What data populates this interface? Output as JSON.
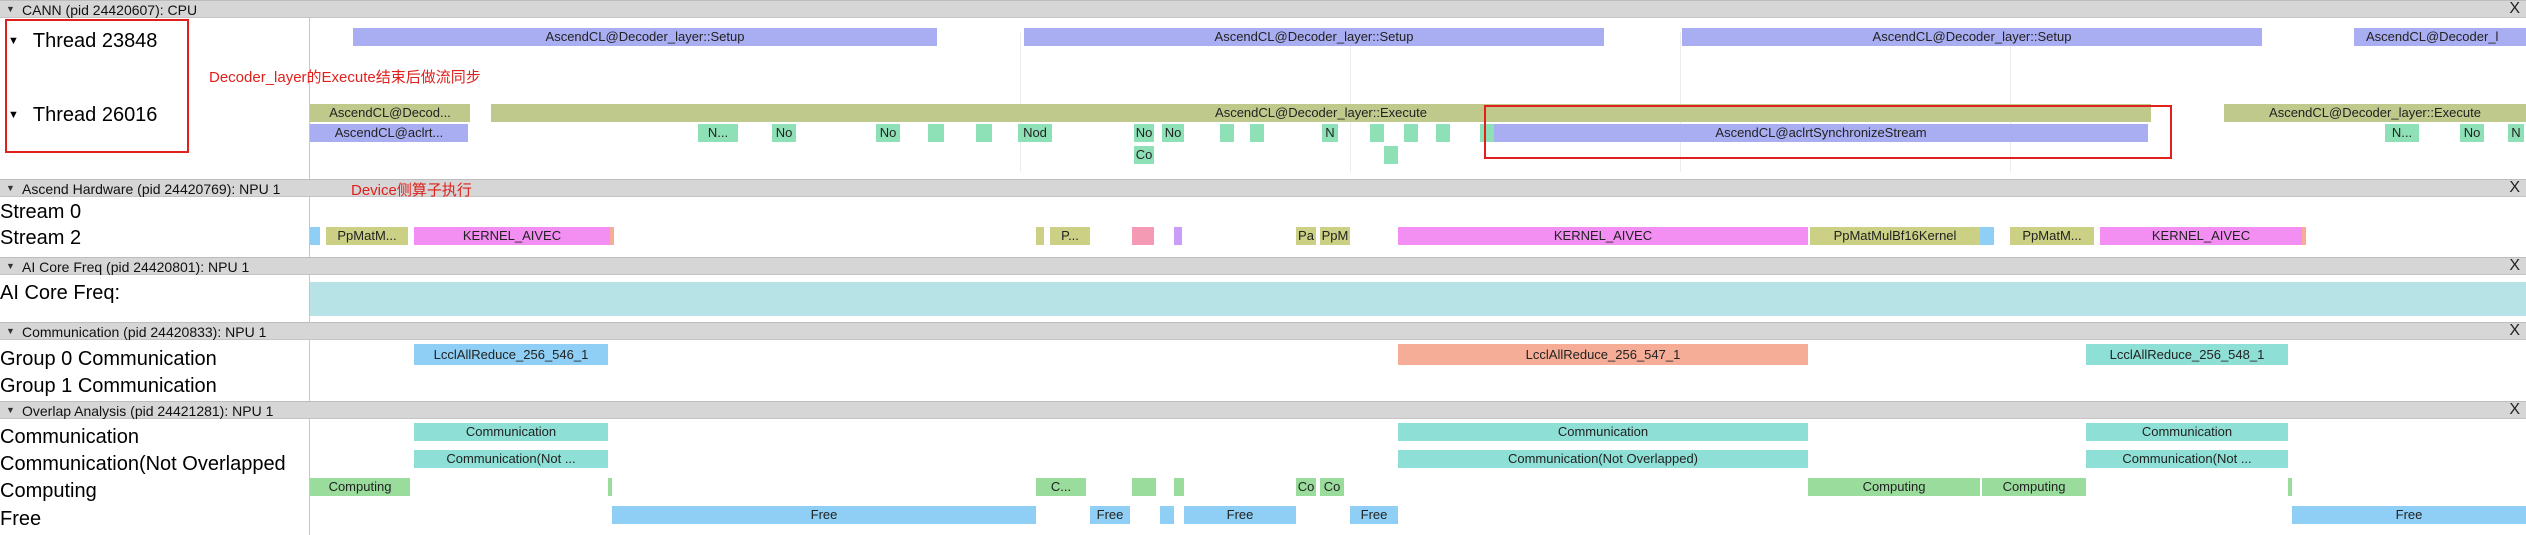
{
  "sections": {
    "cann": "CANN (pid 24420607): CPU",
    "hardware": "Ascend Hardware (pid 24420769): NPU 1",
    "freq": "AI Core Freq (pid 24420801): NPU 1",
    "comm": "Communication (pid 24420833): NPU 1",
    "overlap": "Overlap Analysis (pid 24421281): NPU 1"
  },
  "close_label": "X",
  "threads": {
    "t1": "Thread 23848",
    "t2": "Thread 26016"
  },
  "rows": {
    "stream0": "Stream 0",
    "stream2": "Stream 2",
    "freq": "AI Core Freq:",
    "group0": "Group 0 Communication",
    "group1": "Group 1 Communication",
    "communication": "Communication",
    "not_overlapped": "Communication(Not Overlapped",
    "computing": "Computing",
    "free": "Free"
  },
  "annotations": {
    "decoder": "Decoder_layer的Execute结束后做流同步",
    "device": "Device侧算子执行"
  },
  "events": {
    "setup": "AscendCL@Decoder_layer::Setup",
    "setup_cut": "AscendCL@Decoder_l",
    "exec": "AscendCL@Decoder_layer::Execute",
    "exec_cut": "AscendCL@Decod...",
    "acl_cut": "AscendCL@aclrt...",
    "sync": "AscendCL@aclrtSynchronizeStream",
    "n_dots": "N...",
    "no": "No",
    "nod": "Nod",
    "n": "N",
    "co": "Co",
    "ppmat_cut": "PpMatM...",
    "kernel": "KERNEL_AIVEC",
    "p_dots": "P...",
    "pa": "Pa",
    "ppm": "PpM",
    "ppmatbf16": "PpMatMulBf16Kernel",
    "allreduce1": "LcclAllReduce_256_546_1",
    "allreduce2": "LcclAllReduce_256_547_1",
    "allreduce3": "LcclAllReduce_256_548_1",
    "communication": "Communication",
    "comm_not_cut": "Communication(Not ...",
    "comm_not": "Communication(Not Overlapped)",
    "computing": "Computing",
    "c_dots": "C...",
    "free": "Free"
  }
}
